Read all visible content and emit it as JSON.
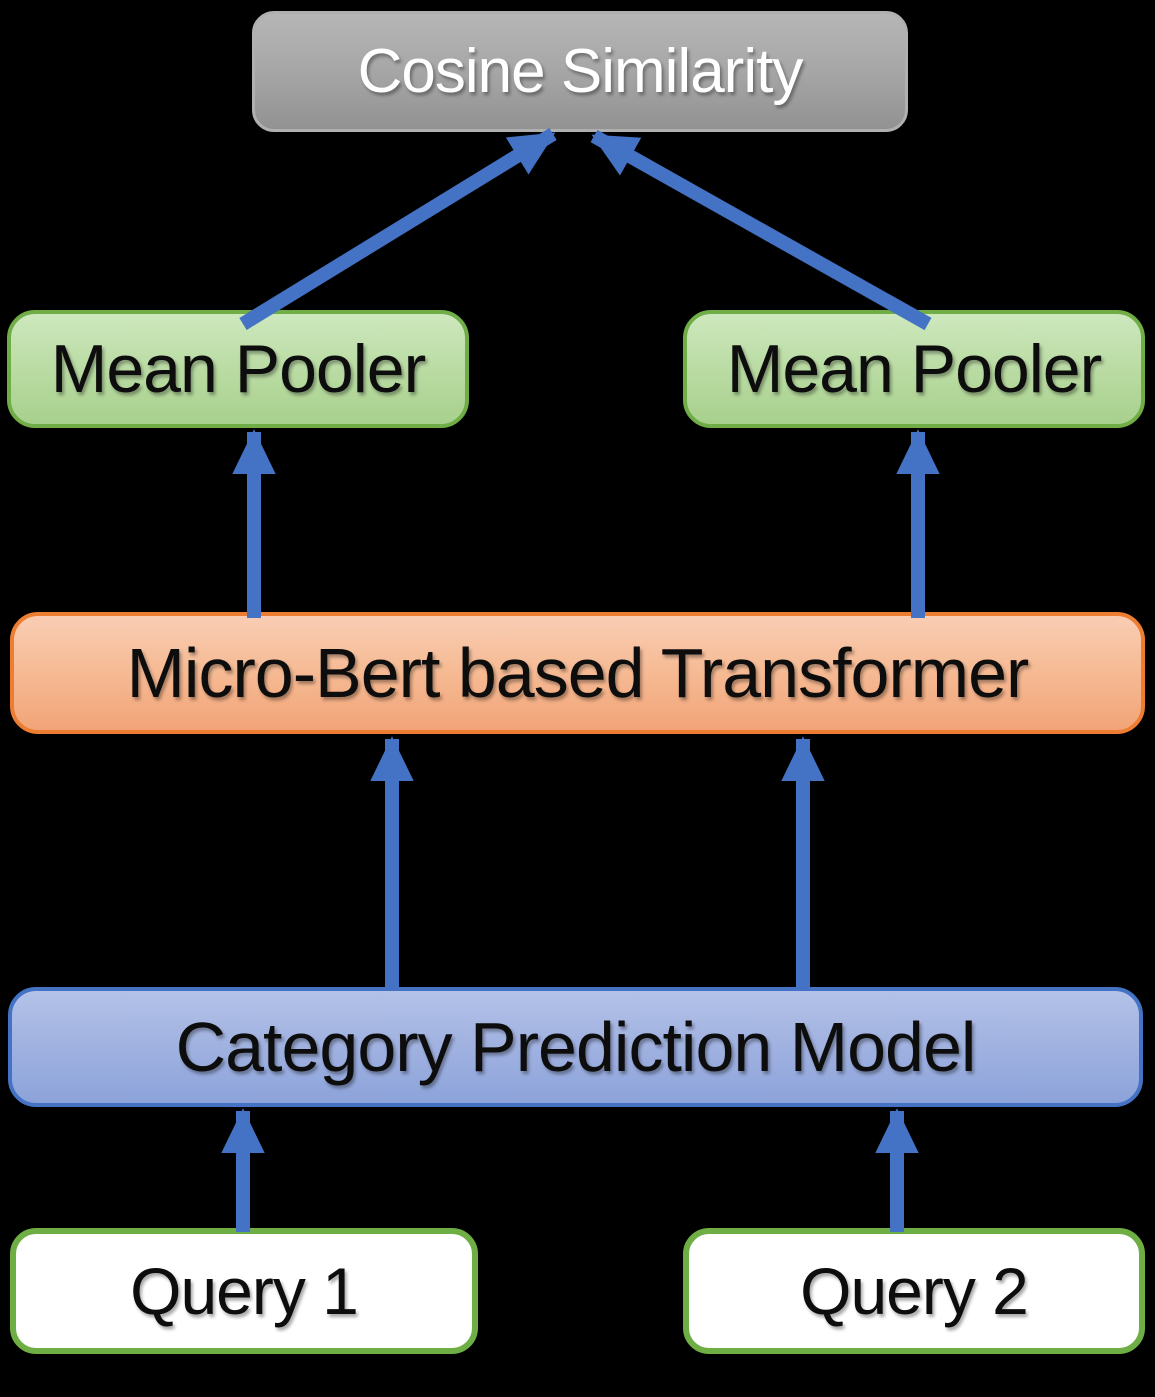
{
  "nodes": {
    "cosine": {
      "label": "Cosine Similarity"
    },
    "meanpool_left": {
      "label": "Mean Pooler"
    },
    "meanpool_right": {
      "label": "Mean Pooler"
    },
    "transformer": {
      "label": "Micro-Bert based Transformer"
    },
    "category": {
      "label": "Category Prediction Model"
    },
    "query1": {
      "label": "Query 1"
    },
    "query2": {
      "label": "Query 2"
    }
  },
  "edges": [
    {
      "from": "query1",
      "to": "category"
    },
    {
      "from": "query2",
      "to": "category"
    },
    {
      "from": "category",
      "to": "transformer",
      "branch": "left"
    },
    {
      "from": "category",
      "to": "transformer",
      "branch": "right"
    },
    {
      "from": "transformer",
      "to": "meanpool_left"
    },
    {
      "from": "transformer",
      "to": "meanpool_right"
    },
    {
      "from": "meanpool_left",
      "to": "cosine"
    },
    {
      "from": "meanpool_right",
      "to": "cosine"
    }
  ],
  "colors": {
    "background": "#000000",
    "arrow": "#4472C4",
    "gray_fill_top": "#B6B6B6",
    "gray_fill_bottom": "#929292",
    "gray_text": "#FFFFFF",
    "green_fill_top": "#CDE8BE",
    "green_fill_bottom": "#A8D08D",
    "green_border": "#70AD47",
    "orange_fill_top": "#F9CDB4",
    "orange_fill_bottom": "#F2A478",
    "orange_border": "#ED7D31",
    "blue_fill_top": "#B3C2E8",
    "blue_fill_bottom": "#8CA3DA",
    "blue_border": "#4472C4",
    "query_fill": "#FFFFFF",
    "dark_text": "#0D0D0D"
  }
}
